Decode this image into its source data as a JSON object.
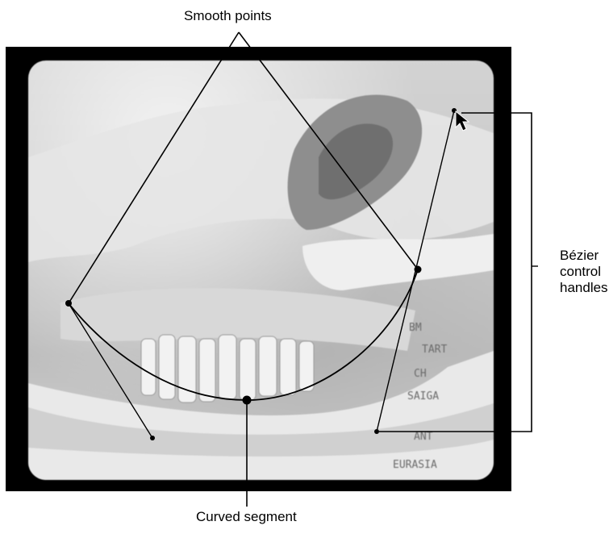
{
  "labels": {
    "smooth_points": "Smooth points",
    "curved_segment": "Curved segment",
    "bezier_line1": "Bézier",
    "bezier_line2": "control",
    "bezier_line3": "handles"
  },
  "image": {
    "subject": "animal skull photograph",
    "annotation_lines": [
      "BM",
      "SAIGA",
      "TART",
      "CH",
      "ANT",
      "EURASIA"
    ]
  },
  "colors": {
    "frame": "#000000",
    "path": "#000000",
    "callout": "#000000"
  },
  "icons": [
    "cursor-arrow-icon"
  ]
}
